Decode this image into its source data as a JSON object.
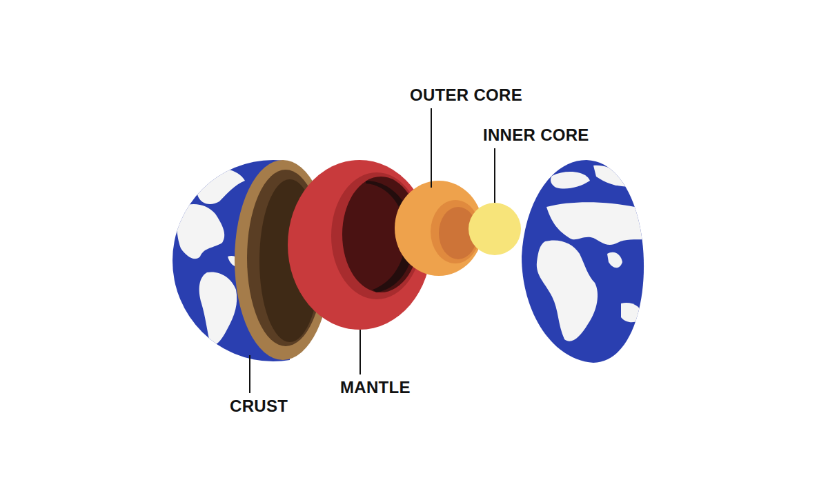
{
  "diagram": {
    "labels": [
      "OUTER CORE",
      "INNER CORE",
      "MANTLE",
      "CRUST"
    ]
  }
}
